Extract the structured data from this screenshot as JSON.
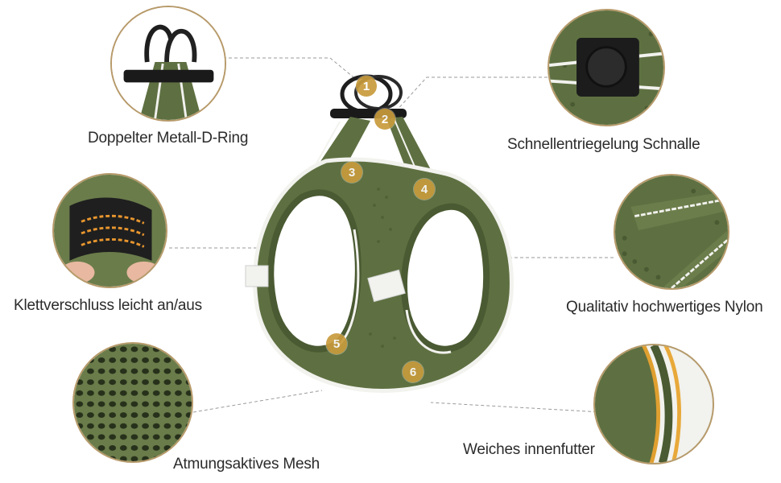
{
  "features": {
    "d_ring": "Doppelter Metall-D-Ring",
    "buckle": "Schnellentriegelung Schnalle",
    "velcro": "Klettverschluss leicht an/aus",
    "nylon": "Qualitativ hochwertiges Nylon",
    "mesh": "Atmungsaktives Mesh",
    "lining": "Weiches innenfutter"
  },
  "badges": [
    "1",
    "2",
    "3",
    "4",
    "5",
    "6"
  ],
  "colors": {
    "harness_green": "#5e7041",
    "harness_dark": "#4a5a32",
    "reflective_white": "#f2f2ee",
    "badge_gold": "#c89b3c",
    "circle_border": "#b79a6a"
  },
  "icons": {
    "d_ring": "d-ring-icon",
    "buckle": "buckle-icon",
    "velcro": "velcro-icon",
    "nylon": "nylon-strap-icon",
    "mesh": "mesh-texture-icon",
    "lining": "soft-lining-icon"
  }
}
